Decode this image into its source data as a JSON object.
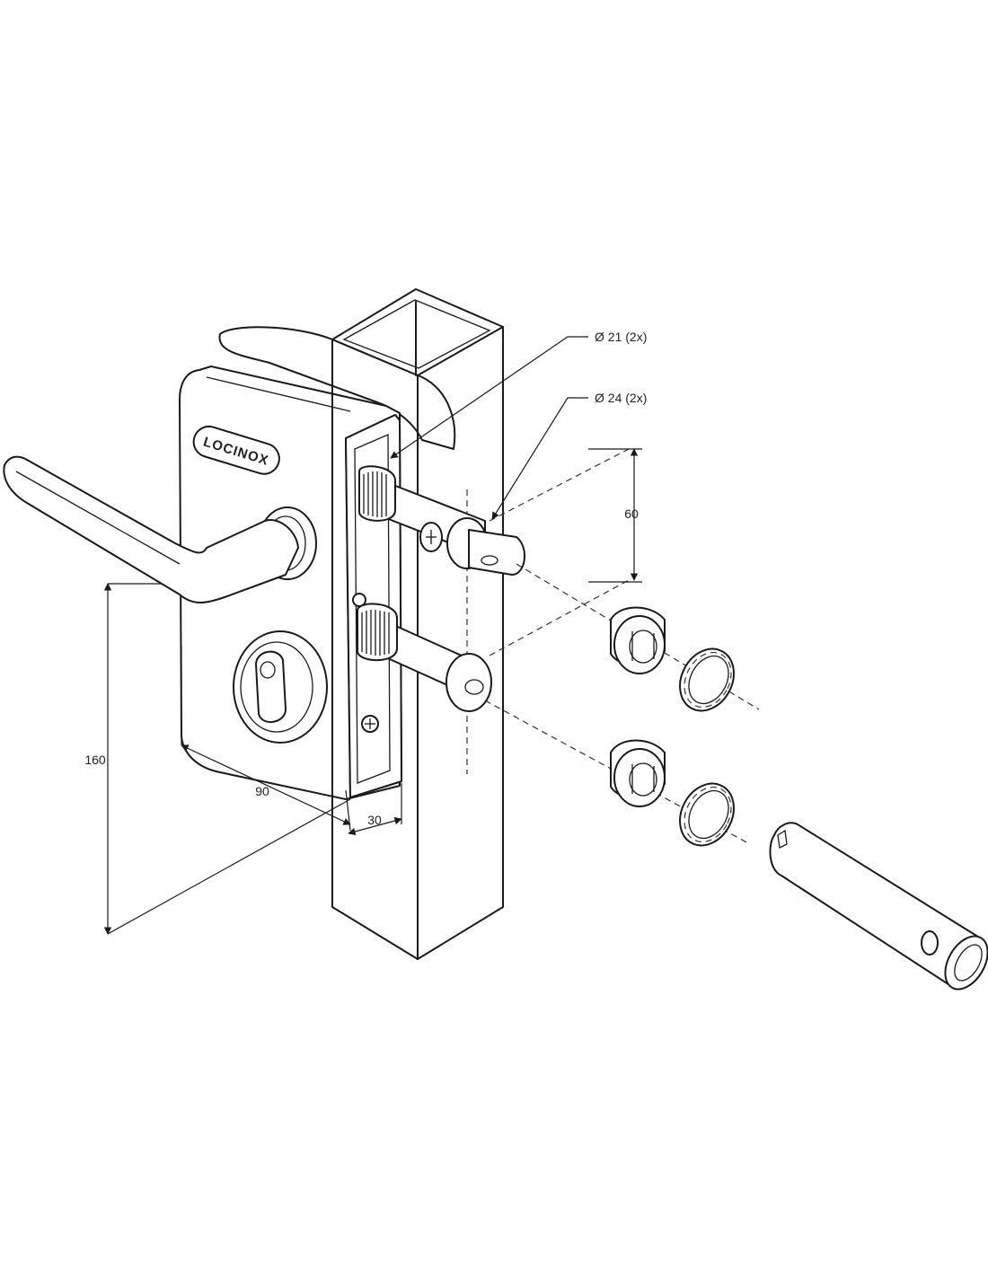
{
  "brand_label": "LOCINOX",
  "callouts": {
    "diameter_21": "Ø 21 (2x)",
    "diameter_24": "Ø 24 (2x)"
  },
  "dimensions": {
    "height": "160",
    "width": "90",
    "depth": "30",
    "spacing": "60"
  }
}
